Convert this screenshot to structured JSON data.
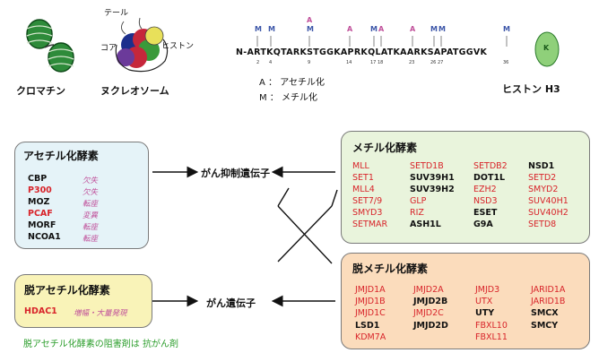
{
  "top": {
    "chromatin_label": "クロマチン",
    "nucleosome_label": "ヌクレオソーム",
    "tail_label": "テール",
    "core_label": "コア",
    "histone_label": "ヒストン",
    "h3_label": "ヒストン H3",
    "sequence": "N-ARTKQTARKSTGGKAPRKQLATKAARKSAPATGGVK",
    "k_label": "K",
    "legend_a": "A ： アセチル化",
    "legend_m": "M ： メチル化",
    "mark_a": "A",
    "mark_m": "M",
    "positions": [
      "2",
      "4",
      "9",
      "14",
      "17",
      "18",
      "23",
      "26",
      "27",
      "36"
    ]
  },
  "acetylase": {
    "title": "アセチル化酵素",
    "items": [
      {
        "name": "CBP",
        "note": "欠失"
      },
      {
        "name": "P300",
        "note": "欠失"
      },
      {
        "name": "MOZ",
        "note": "転座"
      },
      {
        "name": "PCAF",
        "note": "変異"
      },
      {
        "name": "MORF",
        "note": "転座"
      },
      {
        "name": "NCOA1",
        "note": "転座"
      }
    ]
  },
  "deacetylase": {
    "title": "脱アセチル化酵素",
    "item_name": "HDAC1",
    "item_note": "増幅・大量発現"
  },
  "genes": {
    "suppressor": "がん抑制遺伝子",
    "oncogene": "がん遺伝子"
  },
  "methylase": {
    "title": "メチル化酵素",
    "col1": [
      "MLL",
      "SET1",
      "MLL4",
      "SET7/9",
      "SMYD3",
      "SETMAR"
    ],
    "col2": [
      "SETD1B",
      "SUV39H1",
      "SUV39H2",
      "GLP",
      "RIZ",
      "ASH1L"
    ],
    "col3": [
      "SETDB2",
      "DOT1L",
      "EZH2",
      "NSD3",
      "ESET",
      "G9A"
    ],
    "col4": [
      "NSD1",
      "SETD2",
      "SMYD2",
      "SUV40H1",
      "SUV40H2",
      "SETD8"
    ]
  },
  "demethylase": {
    "title": "脱メチル化酵素",
    "col1": [
      "JMJD1A",
      "JMJD1B",
      "JMJD1C",
      "LSD1",
      "KDM7A"
    ],
    "col2": [
      "JMJD2A",
      "JMJD2B",
      "JMJD2C",
      "JMJD2D"
    ],
    "col3": [
      "JMJD3",
      "UTX",
      "UTY",
      "FBXL10",
      "FBXL11"
    ],
    "col4": [
      "JARID1A",
      "JARID1B",
      "SMCX",
      "SMCY"
    ]
  },
  "footnote": "脱アセチル化酵素の阻害剤は 抗がん剤",
  "colors": {
    "acetylase_bg": "#e5f3f8",
    "deacetylase_bg": "#f9f3b8",
    "methylase_bg": "#e9f4dc",
    "demethylase_bg": "#fbdcbc",
    "mark_a": "#c0509a",
    "mark_m": "#3b55a8",
    "red_text": "#d8242a",
    "note_pink": "#c0509a",
    "footnote": "#2a9d2a"
  }
}
